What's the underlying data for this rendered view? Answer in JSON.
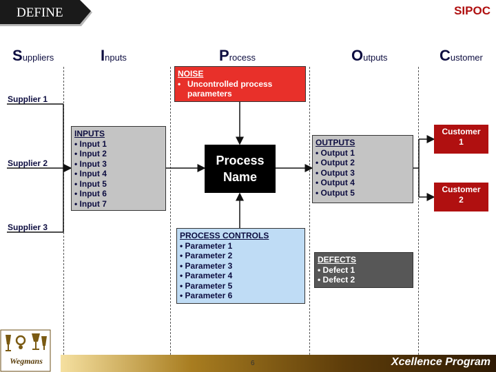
{
  "header": {
    "section": "DEFINE",
    "title": "SIPOC"
  },
  "columns": {
    "suppliers": {
      "initial": "S",
      "rest": "uppliers"
    },
    "inputs": {
      "initial": "I",
      "rest": "nputs"
    },
    "process": {
      "initial": "P",
      "rest": "rocess"
    },
    "outputs": {
      "initial": "O",
      "rest": "utputs"
    },
    "customer": {
      "initial": "C",
      "rest": "ustomer"
    }
  },
  "suppliers": [
    "Supplier 1",
    "Supplier 2",
    "Supplier 3"
  ],
  "noise": {
    "title": "NOISE",
    "items": [
      "Uncontrolled process parameters"
    ]
  },
  "inputs": {
    "title": "INPUTS",
    "items": [
      "Input 1",
      "Input 2",
      "Input 3",
      "Input 4",
      "Input 5",
      "Input 6",
      "Input 7"
    ]
  },
  "process_name": [
    "Process",
    "Name"
  ],
  "outputs": {
    "title": "OUTPUTS",
    "items": [
      "Output 1",
      "Output 2",
      "Output 3",
      "Output 4",
      "Output 5"
    ]
  },
  "customers": [
    [
      "Customer",
      "1"
    ],
    [
      "Customer",
      "2"
    ]
  ],
  "process_controls": {
    "title": "PROCESS CONTROLS",
    "items": [
      "Parameter 1",
      "Parameter 2",
      "Parameter 3",
      "Parameter 4",
      "Parameter 5",
      "Parameter 6"
    ]
  },
  "defects": {
    "title": "DEFECTS",
    "items": [
      "Defect 1",
      "Defect 2"
    ]
  },
  "footer": {
    "page_number": "6",
    "brand": "Xcellence Program"
  },
  "logo": {
    "text": "Wegmans"
  },
  "colors": {
    "noise": "#e8302a",
    "inputs": "#c4c4c4",
    "process": "#000000",
    "outputs": "#c4c4c4",
    "customer": "#b01010",
    "controls": "#bfdcf5",
    "defects": "#575757"
  }
}
